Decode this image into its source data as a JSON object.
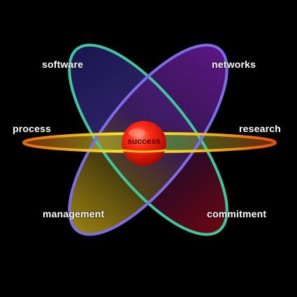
{
  "diagram": {
    "center": {
      "label": "success"
    },
    "nodes": [
      {
        "id": "software",
        "label": "software"
      },
      {
        "id": "networks",
        "label": "networks"
      },
      {
        "id": "process",
        "label": "process"
      },
      {
        "id": "research",
        "label": "research"
      },
      {
        "id": "management",
        "label": "management"
      },
      {
        "id": "commitment",
        "label": "commitment"
      }
    ],
    "colors": {
      "background": "#000000",
      "nucleus": "#e01a10",
      "orbit_a_fill_top": "#2c2470",
      "orbit_a_fill_bottom": "#6a0a10",
      "orbit_a_stroke": "#3fc7a0",
      "orbit_b_fill_top": "#5a1a8a",
      "orbit_b_fill_bottom": "#a08a10",
      "orbit_b_stroke": "#7c6ee6",
      "orbit_c_stroke": "#f0c020",
      "label_text": "#ffffff"
    }
  }
}
